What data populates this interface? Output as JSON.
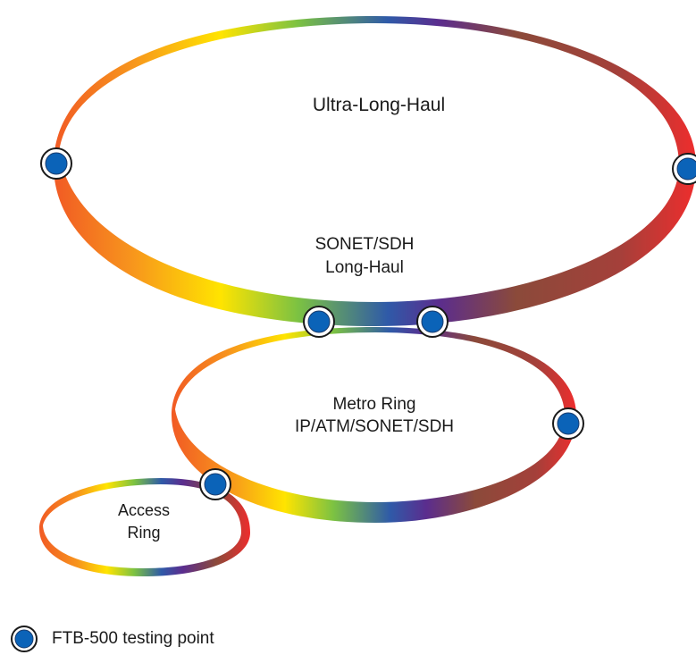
{
  "diagram": {
    "rings": {
      "ultra_long_haul": "Ultra-Long-Haul",
      "long_haul_line1": "SONET/SDH",
      "long_haul_line2": "Long-Haul",
      "metro_line1": "Metro Ring",
      "metro_line2": "IP/ATM/SONET/SDH",
      "access_line1": "Access",
      "access_line2": "Ring"
    },
    "colors": {
      "spectrum": [
        "#ff3b3b",
        "#f7941d",
        "#ffe400",
        "#7cc242",
        "#3a5fb0",
        "#5b2d8e",
        "#8b4a3a",
        "#e8312f"
      ],
      "test_point_fill": "#0b63b8",
      "test_point_ring": "#1a1a1a"
    }
  },
  "legend": {
    "icon": "test-point-icon",
    "label": "FTB-500 testing point"
  }
}
